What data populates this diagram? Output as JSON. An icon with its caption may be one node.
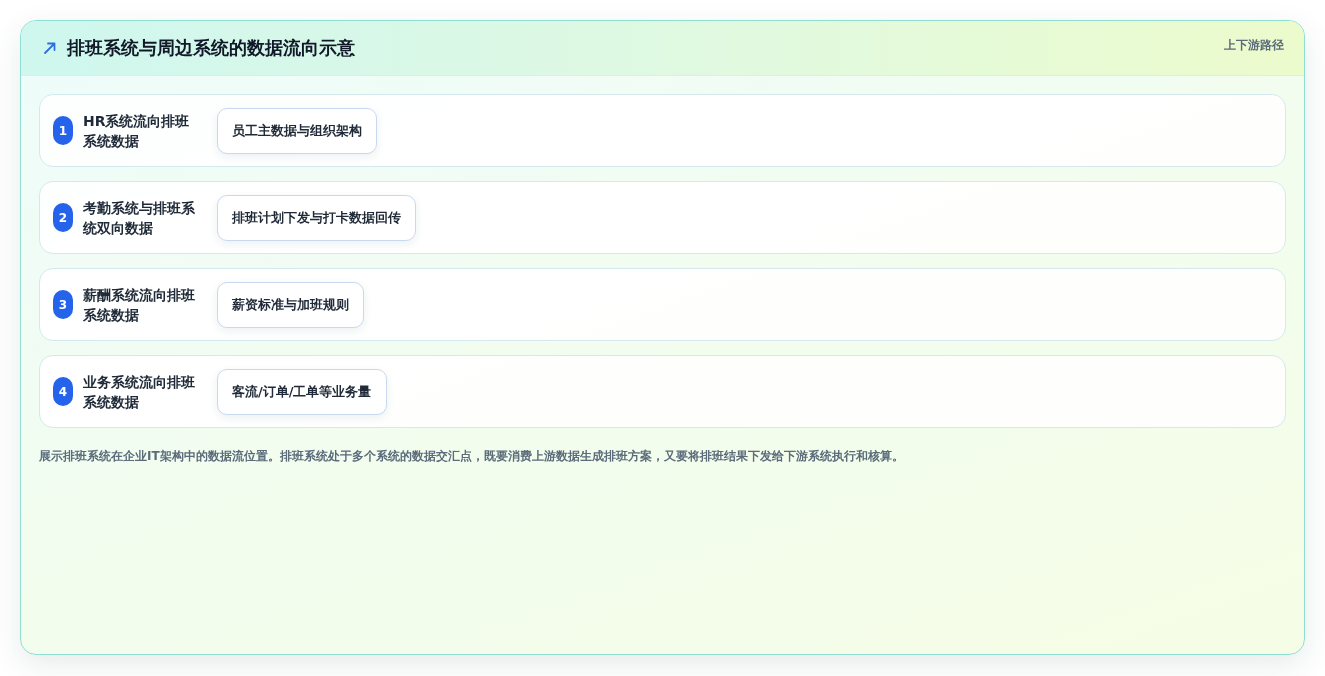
{
  "diagram": {
    "title": "排班系统与周边系统的数据流向示意",
    "caption": "展示排班系统在企业IT架构中的数据流位置。排班系统处于多个系统的数据交汇点，既要消费上游数据生成排班方案，又要将排班结果下发给下游系统执行和核算。",
    "nodes": [
      {
        "text": [
          "HR系统流向排班系统数据"
        ]
      },
      {
        "text": [
          "1"
        ],
        "in": 0
      },
      {
        "text": [
          "员工主数据与组织架构"
        ],
        "in": 0
      },
      {
        "text": [
          "考勤系统与排班系统双向数据"
        ]
      },
      {
        "text": [
          "2"
        ],
        "in": 3
      },
      {
        "text": [
          "排班计划下发与打卡数据回传"
        ],
        "in": 3
      },
      {
        "text": [
          "薪酬系统流向排班系统数据"
        ]
      },
      {
        "text": [
          "3"
        ],
        "in": 6
      },
      {
        "text": [
          "薪资标准与加班规则"
        ],
        "in": 6
      },
      {
        "text": [
          "业务系统流向排班系统数据"
        ]
      },
      {
        "text": [
          "4"
        ],
        "in": 9
      },
      {
        "text": [
          "客流/订单/工单等业务量"
        ],
        "in": 9
      }
    ],
    "labels": [
      "上下游路径"
    ]
  }
}
